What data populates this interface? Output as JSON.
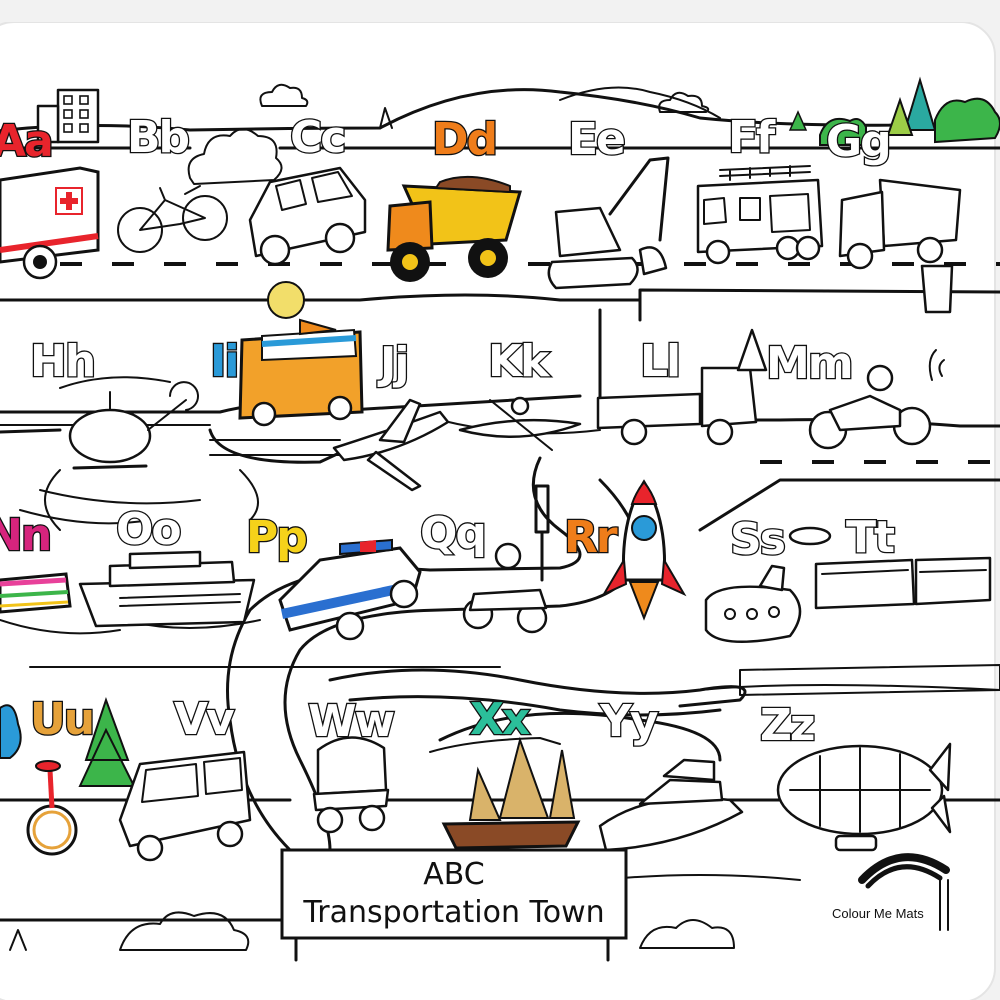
{
  "mat": {
    "title_line1": "ABC",
    "title_line2": "Transportation Town",
    "brand": "Colour Me Mats"
  },
  "letters": [
    {
      "id": "a",
      "text": "Aa",
      "fill": "#e8242c"
    },
    {
      "id": "b",
      "text": "Bb",
      "fill": "#ffffff"
    },
    {
      "id": "c",
      "text": "Cc",
      "fill": "#ffffff"
    },
    {
      "id": "d",
      "text": "Dd",
      "fill": "#ef7d1a"
    },
    {
      "id": "e",
      "text": "Ee",
      "fill": "#ffffff"
    },
    {
      "id": "f",
      "text": "Ff",
      "fill": "#ffffff"
    },
    {
      "id": "g",
      "text": "Gg",
      "fill": "#ffffff"
    },
    {
      "id": "h",
      "text": "Hh",
      "fill": "#ffffff"
    },
    {
      "id": "i",
      "text": "Ii",
      "fill": "#2a9ad8"
    },
    {
      "id": "j",
      "text": "Jj",
      "fill": "#ffffff"
    },
    {
      "id": "k",
      "text": "Kk",
      "fill": "#ffffff"
    },
    {
      "id": "l",
      "text": "Ll",
      "fill": "#ffffff"
    },
    {
      "id": "m",
      "text": "Mm",
      "fill": "#ffffff"
    },
    {
      "id": "n",
      "text": "Nn",
      "fill": "#d6247d"
    },
    {
      "id": "o",
      "text": "Oo",
      "fill": "#ffffff"
    },
    {
      "id": "p",
      "text": "Pp",
      "fill": "#f5d21a"
    },
    {
      "id": "q",
      "text": "Qq",
      "fill": "#ffffff"
    },
    {
      "id": "r",
      "text": "Rr",
      "fill": "#ef7d1a"
    },
    {
      "id": "s",
      "text": "Ss",
      "fill": "#ffffff"
    },
    {
      "id": "t",
      "text": "Tt",
      "fill": "#ffffff"
    },
    {
      "id": "u",
      "text": "Uu",
      "fill": "#e6a23a"
    },
    {
      "id": "v",
      "text": "Vv",
      "fill": "#ffffff"
    },
    {
      "id": "w",
      "text": "Ww",
      "fill": "#ffffff"
    },
    {
      "id": "x",
      "text": "Xx",
      "fill": "#2bbf9a"
    },
    {
      "id": "y",
      "text": "Yy",
      "fill": "#ffffff"
    },
    {
      "id": "z",
      "text": "Zz",
      "fill": "#ffffff"
    }
  ],
  "colors": {
    "outline": "#111111",
    "ambulance_red": "#e8242c",
    "dump_truck_yellow": "#f2c318",
    "dump_truck_orange": "#ef8a1c",
    "tree_green": "#3cb54a",
    "police_blue": "#2a6fd0",
    "rocket_red": "#e8242c",
    "boat_pink": "#e8419a",
    "ship_wood": "#8a4a26",
    "sail_tan": "#d9b36a"
  },
  "icons": [
    "ambulance-icon",
    "bicycle-icon",
    "car-icon",
    "dump-truck-icon",
    "excavator-icon",
    "fire-truck-icon",
    "garbage-truck-icon",
    "helicopter-icon",
    "ice-cream-truck-icon",
    "jet-icon",
    "kayak-icon",
    "lorry-icon",
    "motorbike-icon",
    "ferry-icon",
    "ocean-liner-icon",
    "police-car-icon",
    "quad-bike-icon",
    "rocket-icon",
    "submarine-icon",
    "train-icon",
    "unicycle-icon",
    "van-icon",
    "wagon-icon",
    "sailing-ship-icon",
    "yacht-icon",
    "zeppelin-icon"
  ]
}
